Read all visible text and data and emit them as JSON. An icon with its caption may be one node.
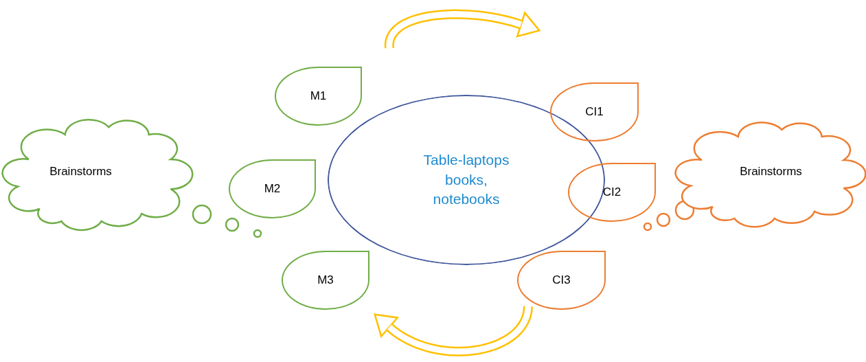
{
  "diagram": {
    "nodes": [
      {
        "text": [
          "Brainstorms"
        ]
      },
      {
        "text": [
          "M1"
        ]
      },
      {
        "text": [
          "M2"
        ]
      },
      {
        "text": [
          "M3"
        ]
      },
      {
        "text": [
          "Table-laptops books, notebooks"
        ]
      },
      {
        "text": [
          "CI1"
        ]
      },
      {
        "text": [
          "CI2"
        ]
      },
      {
        "text": [
          "CI3"
        ]
      },
      {
        "text": [
          "Brainstorms"
        ]
      }
    ],
    "edges": [
      {
        "from": 1,
        "to": 5,
        "arrow": "to",
        "color": "#ffc000"
      },
      {
        "from": 7,
        "to": 3,
        "arrow": "to",
        "color": "#ffc000"
      }
    ]
  }
}
